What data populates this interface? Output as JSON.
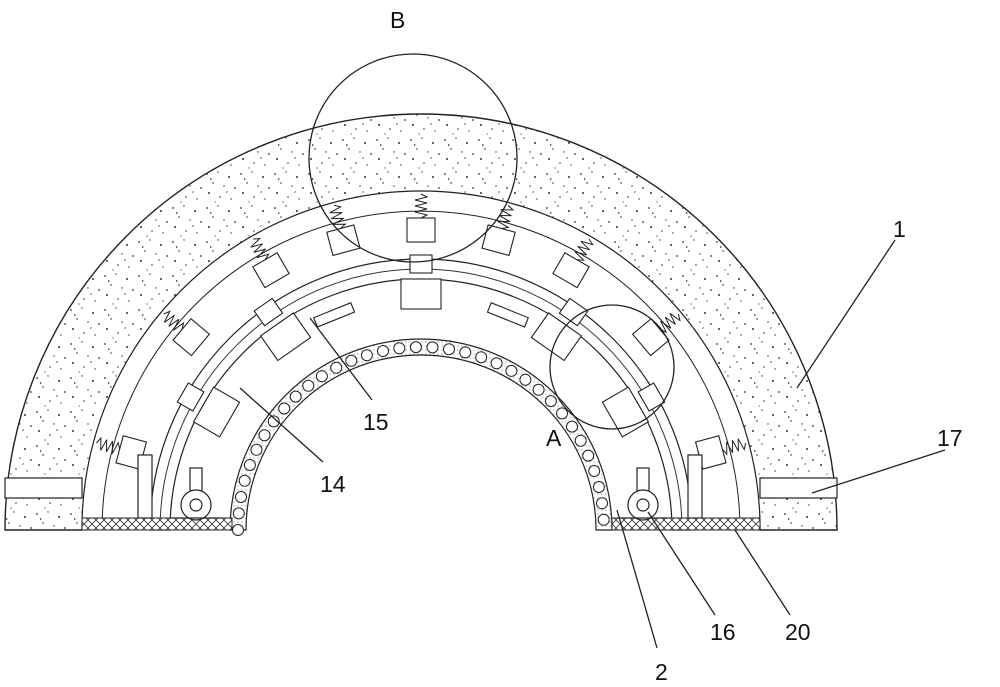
{
  "labels": {
    "B": "B",
    "A": "A",
    "n1": "1",
    "n17": "17",
    "n15": "15",
    "n14": "14",
    "n2": "2",
    "n16": "16",
    "n20": "20"
  },
  "colors": {
    "stroke": "#222222",
    "speckle": "#333333",
    "background": "#ffffff"
  }
}
